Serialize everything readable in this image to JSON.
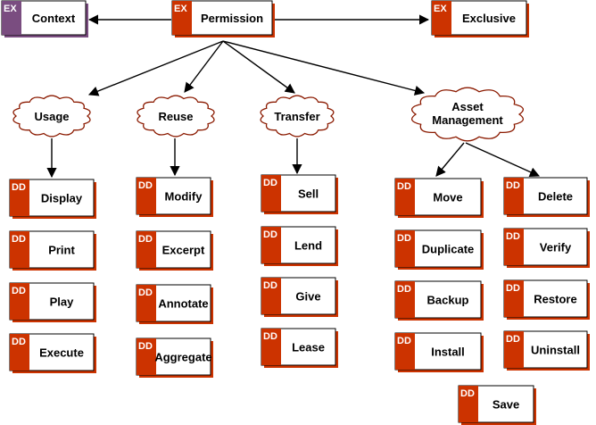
{
  "colors": {
    "dd_accent": "#cc3300",
    "ex_accent": "#cc3300",
    "context_accent": "#7a4d80",
    "cloud_fill": "#ffffff",
    "cloud_stroke": "#8b1a00",
    "line": "#000000"
  },
  "top": {
    "context": {
      "tag": "EX",
      "label": "Context"
    },
    "permission": {
      "tag": "EX",
      "label": "Permission"
    },
    "exclusive": {
      "tag": "EX",
      "label": "Exclusive"
    }
  },
  "categories": {
    "usage": {
      "label": "Usage"
    },
    "reuse": {
      "label": "Reuse"
    },
    "transfer": {
      "label": "Transfer"
    },
    "asset": {
      "label_line1": "Asset",
      "label_line2": "Management"
    }
  },
  "usage_items": [
    {
      "tag": "DD",
      "label": "Display"
    },
    {
      "tag": "DD",
      "label": "Print"
    },
    {
      "tag": "DD",
      "label": "Play"
    },
    {
      "tag": "DD",
      "label": "Execute"
    }
  ],
  "reuse_items": [
    {
      "tag": "DD",
      "label": "Modify"
    },
    {
      "tag": "DD",
      "label": "Excerpt"
    },
    {
      "tag": "DD",
      "label": "Annotate"
    },
    {
      "tag": "DD",
      "label": "Aggregate"
    }
  ],
  "transfer_items": [
    {
      "tag": "DD",
      "label": "Sell"
    },
    {
      "tag": "DD",
      "label": "Lend"
    },
    {
      "tag": "DD",
      "label": "Give"
    },
    {
      "tag": "DD",
      "label": "Lease"
    }
  ],
  "asset_left_items": [
    {
      "tag": "DD",
      "label": "Move"
    },
    {
      "tag": "DD",
      "label": "Duplicate"
    },
    {
      "tag": "DD",
      "label": "Backup"
    },
    {
      "tag": "DD",
      "label": "Install"
    }
  ],
  "asset_right_items": [
    {
      "tag": "DD",
      "label": "Delete"
    },
    {
      "tag": "DD",
      "label": "Verify"
    },
    {
      "tag": "DD",
      "label": "Restore"
    },
    {
      "tag": "DD",
      "label": "Uninstall"
    }
  ],
  "save_item": {
    "tag": "DD",
    "label": "Save"
  }
}
